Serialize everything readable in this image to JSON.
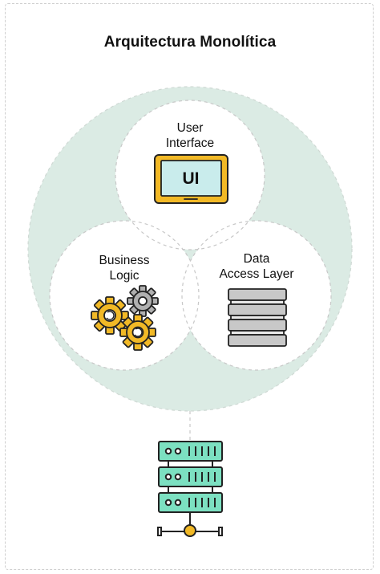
{
  "diagram": {
    "title": "Arquitectura Monolítica",
    "components": {
      "user_interface": {
        "line1": "User",
        "line2": "Interface",
        "screen_text": "UI"
      },
      "business_logic": {
        "line1": "Business",
        "line2": "Logic"
      },
      "data_access_layer": {
        "line1": "Data",
        "line2": "Access Layer"
      }
    },
    "colors": {
      "outer_circle": "#dbebe4",
      "inner_circle": "#ffffff",
      "dashed_line": "#c8c8c8",
      "tablet_frame": "#f2b926",
      "tablet_screen": "#c9ecec",
      "gear_primary": "#f2b926",
      "gear_secondary": "#b0b0b0",
      "server_slab": "#c8c8c8",
      "server_rack": "#7ce0c1",
      "server_connector": "#f2b926",
      "outline": "#222222"
    },
    "icons": [
      "tablet-ui-icon",
      "gears-icon",
      "database-stack-icon",
      "server-rack-icon"
    ]
  }
}
